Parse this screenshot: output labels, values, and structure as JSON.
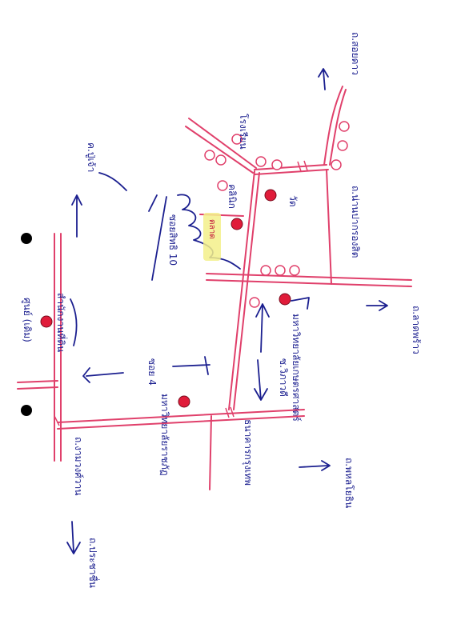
{
  "map": {
    "labels": {
      "top_road": "ถ.สอยดาว",
      "school_top": "โรงเรียน",
      "temple": "วัด",
      "nan_road": "ถ.น่านปากรองสิต",
      "soi": "ซอยสิทธิ 10",
      "clinic": "คลินิก",
      "canal_left": "ค.ปู่เจ้า",
      "office": "ศูนย์ (เดิม)",
      "office2": "สำนักงานที่ดิน",
      "right_road": "ถ.ลาดพร้าว",
      "market": "ตลาด",
      "kasetsart": "มหาวิทยาลัยเกษตรศาสตร์",
      "soi2": "ซ.วิภาวดี",
      "mid_road": "ซอย 4",
      "bank": "ธนาคารกรุงเทพ",
      "bottom_right_road": "ถ.พหลโยธิน",
      "left_road": "ถ.งามวงศ์วาน",
      "bottom_road": "ถ.ประชาชื่น",
      "university": "มหาวิทยาลัยราชภัฏ"
    }
  }
}
